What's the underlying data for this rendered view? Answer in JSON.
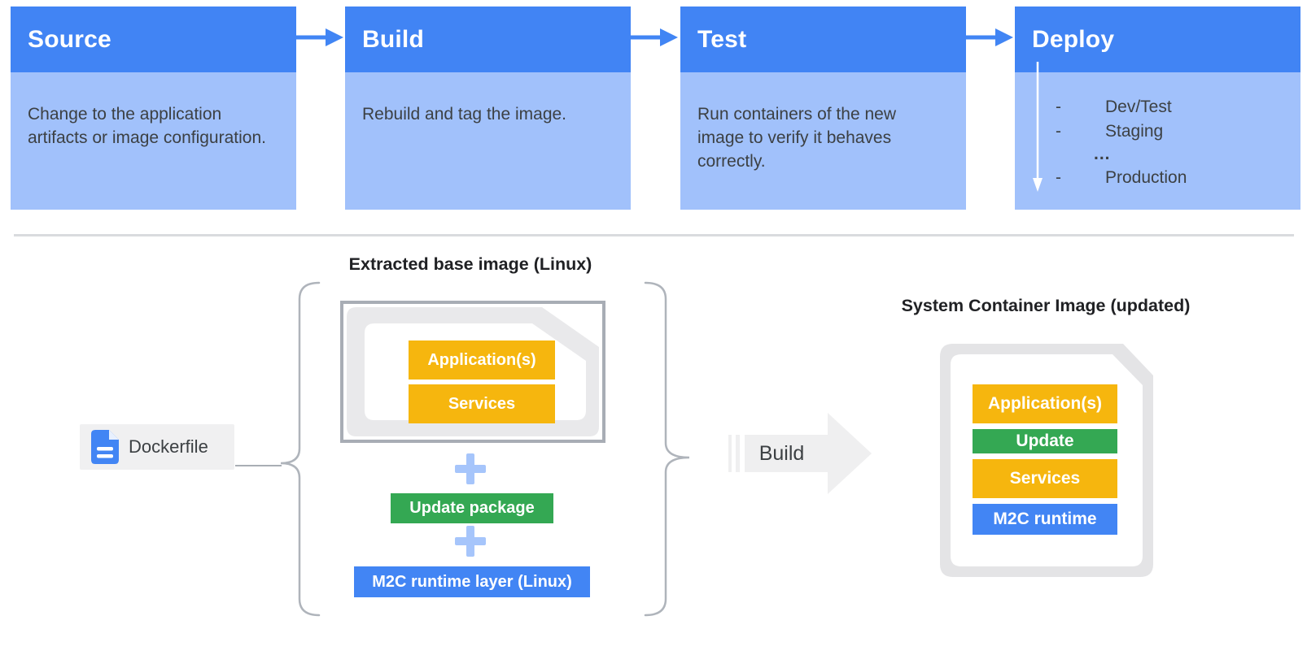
{
  "colors": {
    "stage_header_blue": "#4184F4",
    "stage_body_blue": "#A1C1FB",
    "arrow_blue": "#4185F4",
    "layer_yellow": "#F6B60E",
    "layer_green": "#34A853",
    "layer_blue": "#4285F4",
    "plus_blue": "#A6C5FB",
    "body_text_gray": "#3C4043",
    "title_text": "#202124",
    "gray_panel": "#F0F0F1",
    "divider_gray": "#D9DBDE",
    "brace_gray": "#AFB4BB",
    "document_border_gray": "#A8ADB5",
    "document_fill_gray": "#E9E9EB"
  },
  "pipeline": {
    "stages": [
      {
        "title": "Source",
        "description": "Change to the application artifacts or image configuration."
      },
      {
        "title": "Build",
        "description": "Rebuild and tag the image."
      },
      {
        "title": "Test",
        "description": "Run containers of the new image to verify it behaves correctly."
      },
      {
        "title": "Deploy",
        "description": ""
      }
    ],
    "deploy_environments": [
      {
        "bullet": "-",
        "label": "Dev/Test"
      },
      {
        "bullet": "-",
        "label": "Staging"
      },
      {
        "bullet": "",
        "label": "..."
      },
      {
        "bullet": "-",
        "label": "Production"
      }
    ]
  },
  "update_flow": {
    "dockerfile_label": "Dockerfile",
    "extracted_base_title": "Extracted base image (Linux)",
    "base_image_layers": [
      "Application(s)",
      "Services"
    ],
    "plus_sign": "+",
    "update_package_label": "Update package",
    "runtime_layer_label": "M2C runtime layer (Linux)",
    "build_arrow_label": "Build",
    "system_container_title": "System Container Image (updated)",
    "system_container_layers": [
      {
        "label": "Application(s)",
        "color": "yellow"
      },
      {
        "label": "Update",
        "color": "green"
      },
      {
        "label": "Services",
        "color": "yellow"
      },
      {
        "label": "M2C runtime",
        "color": "blue"
      }
    ]
  }
}
